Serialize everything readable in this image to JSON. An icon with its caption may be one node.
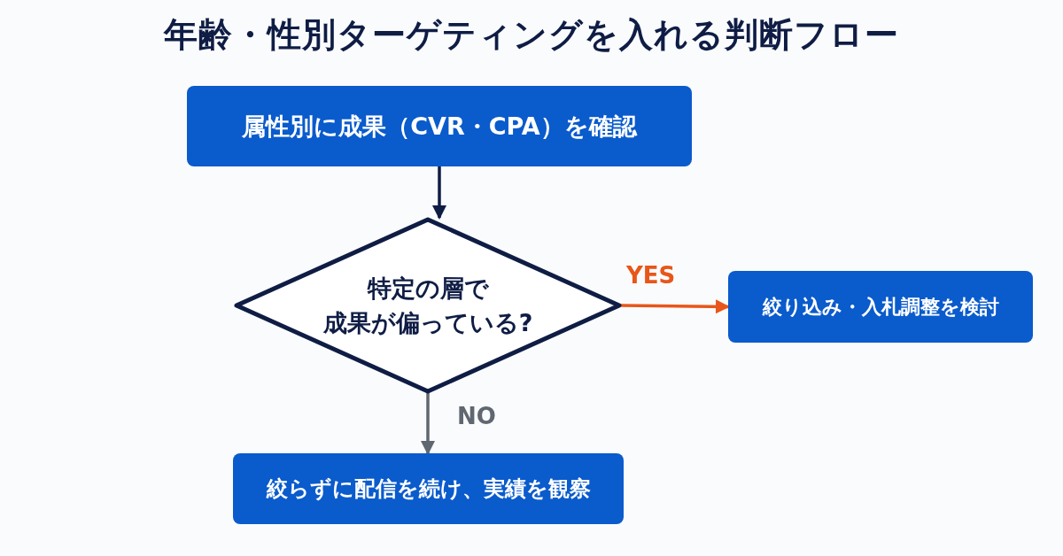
{
  "diagram": {
    "title": "年齢・性別ターゲティングを入れる判断フロー",
    "nodes": [
      {
        "text": [
          "属性別に成果（CVR・CPA）を確認"
        ]
      },
      {
        "text": [
          "特定の層で成果が偏っている?"
        ]
      },
      {
        "text": [
          "絞り込み・入札調整を検討"
        ]
      },
      {
        "text": [
          "絞らずに配信を続け、実績を観察"
        ]
      }
    ],
    "edges": [
      {
        "from": 0,
        "to": 1,
        "arrow": "to"
      },
      {
        "from": 1,
        "to": 2,
        "arrow": "to",
        "label": "YES",
        "color": "#e8561a"
      },
      {
        "from": 1,
        "to": 3,
        "arrow": "to",
        "label": "NO",
        "color": "#5f6770"
      }
    ]
  }
}
